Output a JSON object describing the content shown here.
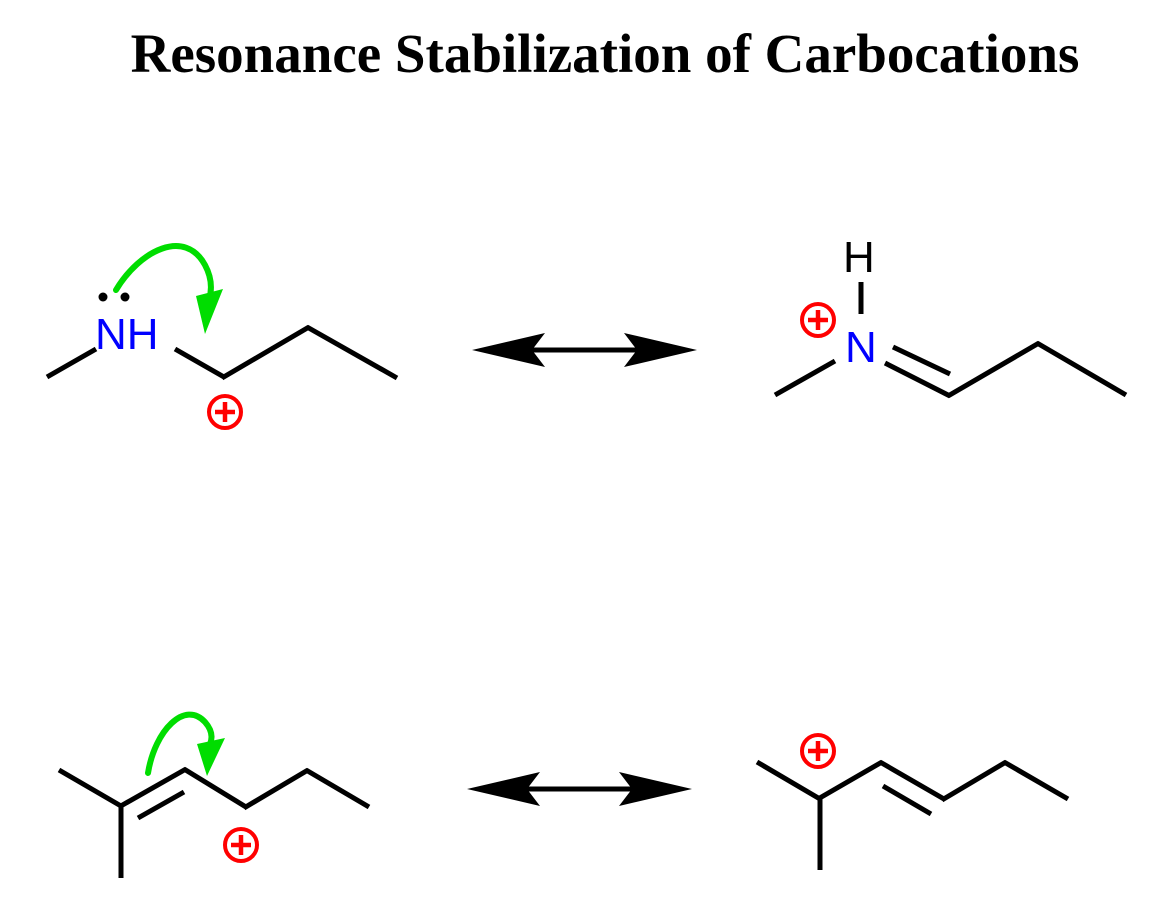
{
  "title": "Resonance Stabilization of Carbocations",
  "schemes": [
    {
      "left_structure": {
        "atom_label": "NH",
        "lone_pair": "two dots on N",
        "charge": "+",
        "curved_arrow": "from N lone pair to C+"
      },
      "right_structure": {
        "atom_label": "N",
        "h_label": "H",
        "charge": "+"
      },
      "connector": "resonance arrow"
    },
    {
      "left_structure": {
        "charge": "+",
        "curved_arrow": "from C=C pi bond to C+"
      },
      "right_structure": {
        "charge": "+"
      },
      "connector": "resonance arrow"
    }
  ],
  "colors": {
    "bond": "#000000",
    "nitrogen": "#0000ff",
    "charge": "#ff0000",
    "electron_arrow": "#00dd00"
  }
}
